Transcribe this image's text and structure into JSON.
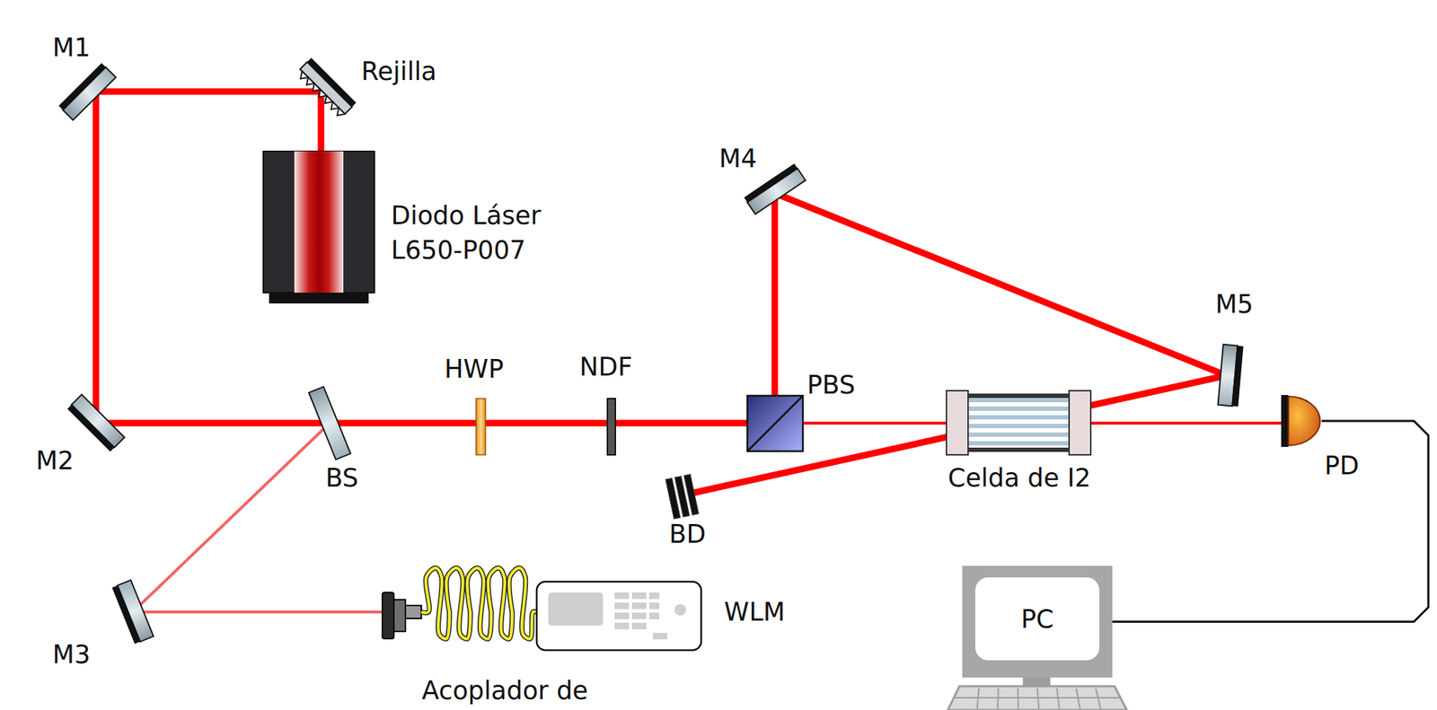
{
  "diagram": {
    "nodes": [
      {
        "text": [
          "PD"
        ]
      },
      {
        "text": [
          "PC"
        ]
      }
    ],
    "edges": [
      {
        "from": 0,
        "to": 1,
        "arrow": "none"
      }
    ],
    "labels": [
      "M1",
      "Rejilla",
      "Diodo Láser L650-P007",
      "M4",
      "M2",
      "BS",
      "HWP",
      "NDF",
      "PBS",
      "M5",
      "Celda de I2",
      "BD",
      "M3",
      "WLM",
      "Acoplador de"
    ]
  }
}
